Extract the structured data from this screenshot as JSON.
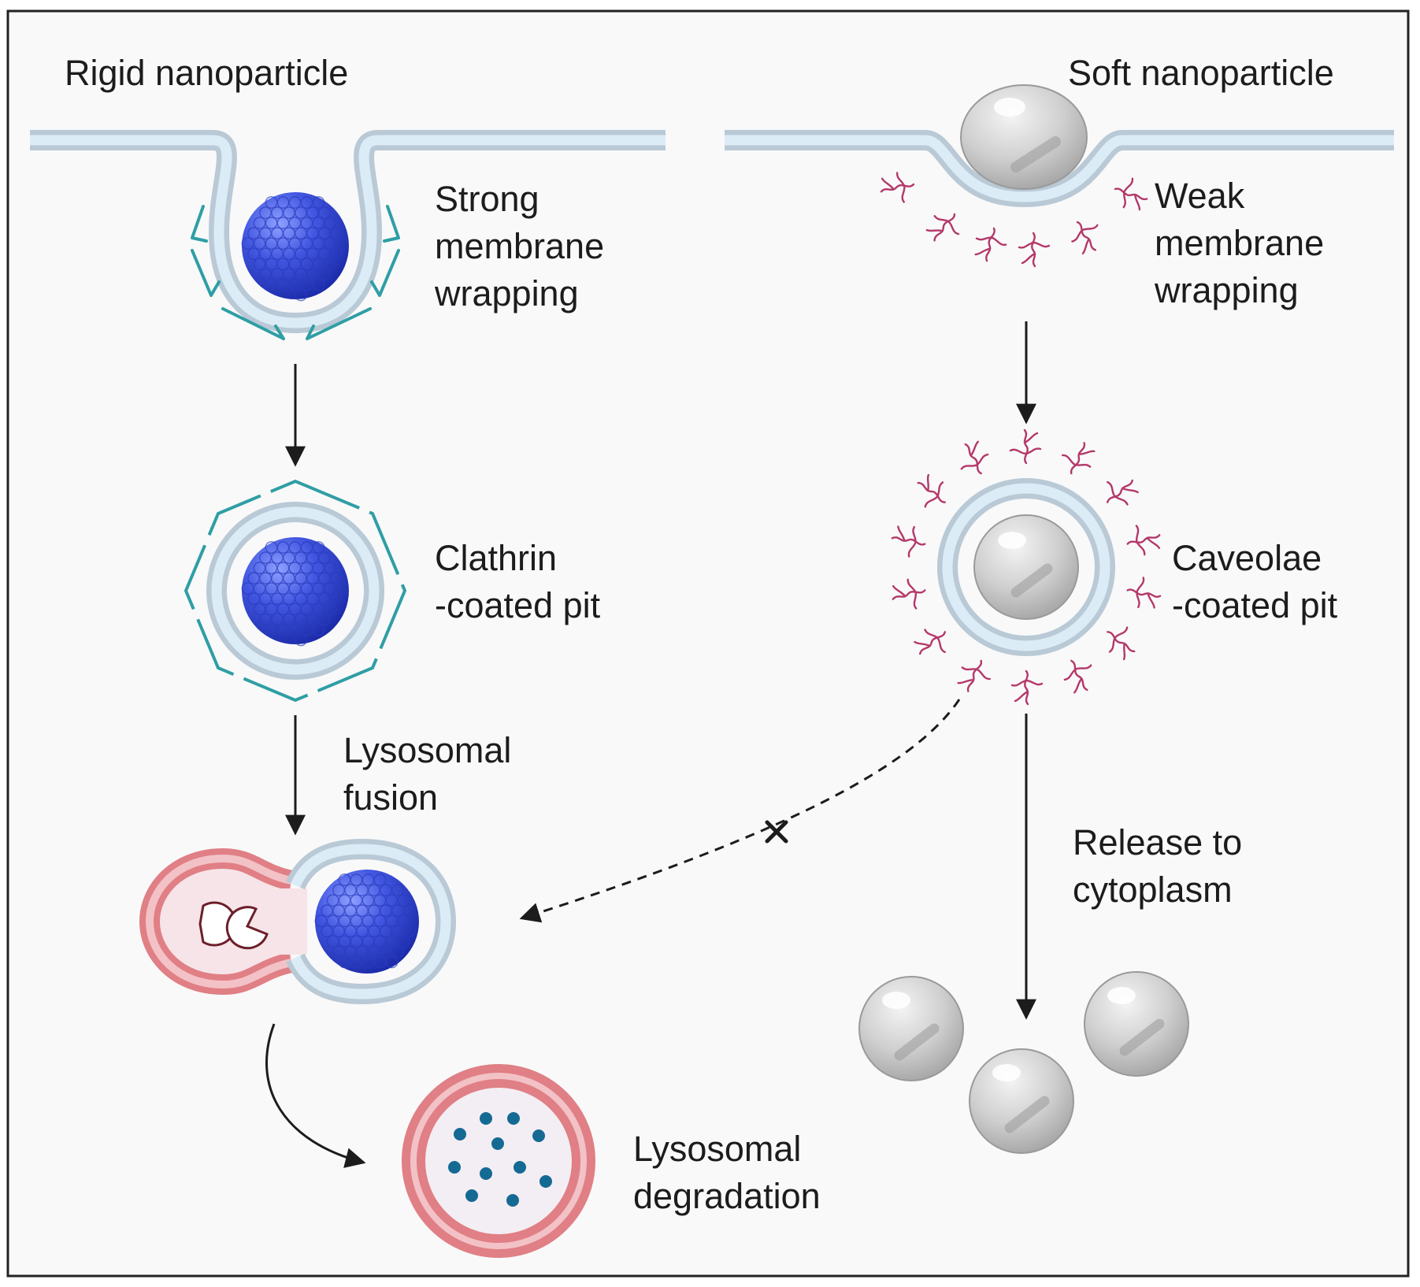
{
  "left": {
    "title": "Rigid nanoparticle",
    "steps": [
      {
        "line1": "Strong",
        "line2": "membrane",
        "line3": "wrapping"
      },
      {
        "line1": "Clathrin",
        "line2": "-coated pit"
      },
      {
        "line1": "Lysosomal",
        "line2": "fusion"
      },
      {
        "line1": "Lysosomal",
        "line2": "degradation"
      }
    ]
  },
  "right": {
    "title": "Soft nanoparticle",
    "steps": [
      {
        "line1": "Weak",
        "line2": "membrane",
        "line3": "wrapping"
      },
      {
        "line1": "Caveolae",
        "line2": "-coated pit"
      },
      {
        "line1": "Release to",
        "line2": "cytoplasm"
      }
    ]
  },
  "colors": {
    "background": "#f9f9f9",
    "frame": "#222222",
    "membrane_outer": "#b9c9d6",
    "membrane_inner": "#dcecf7",
    "rigid_particle": "#3f54d8",
    "clathrin": "#2f9ea5",
    "caveolin": "#b4386a",
    "lysosome_outer": "#e07f85",
    "lysosome_inner": "#f6e4e8",
    "soft_particle": "#c9c9c9",
    "degraded_fragment": "#156a94"
  },
  "icons": {
    "blocked_path_marker": "cross-icon",
    "enzyme": "pacman-icon"
  }
}
